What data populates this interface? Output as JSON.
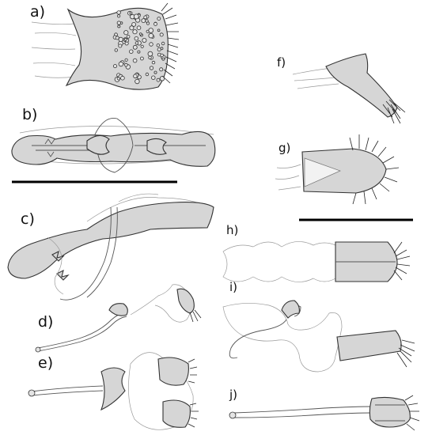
{
  "panels": {
    "a": "a)",
    "b": "b)",
    "c": "c)",
    "d": "d)",
    "e": "e)",
    "f": "f)",
    "g": "g)",
    "h": "h)",
    "i": "i)",
    "j": "j)"
  },
  "colors": {
    "fill": "#d6d6d6",
    "outline": "#333333",
    "membrane": "#999999",
    "scale_bar": "#000000"
  }
}
